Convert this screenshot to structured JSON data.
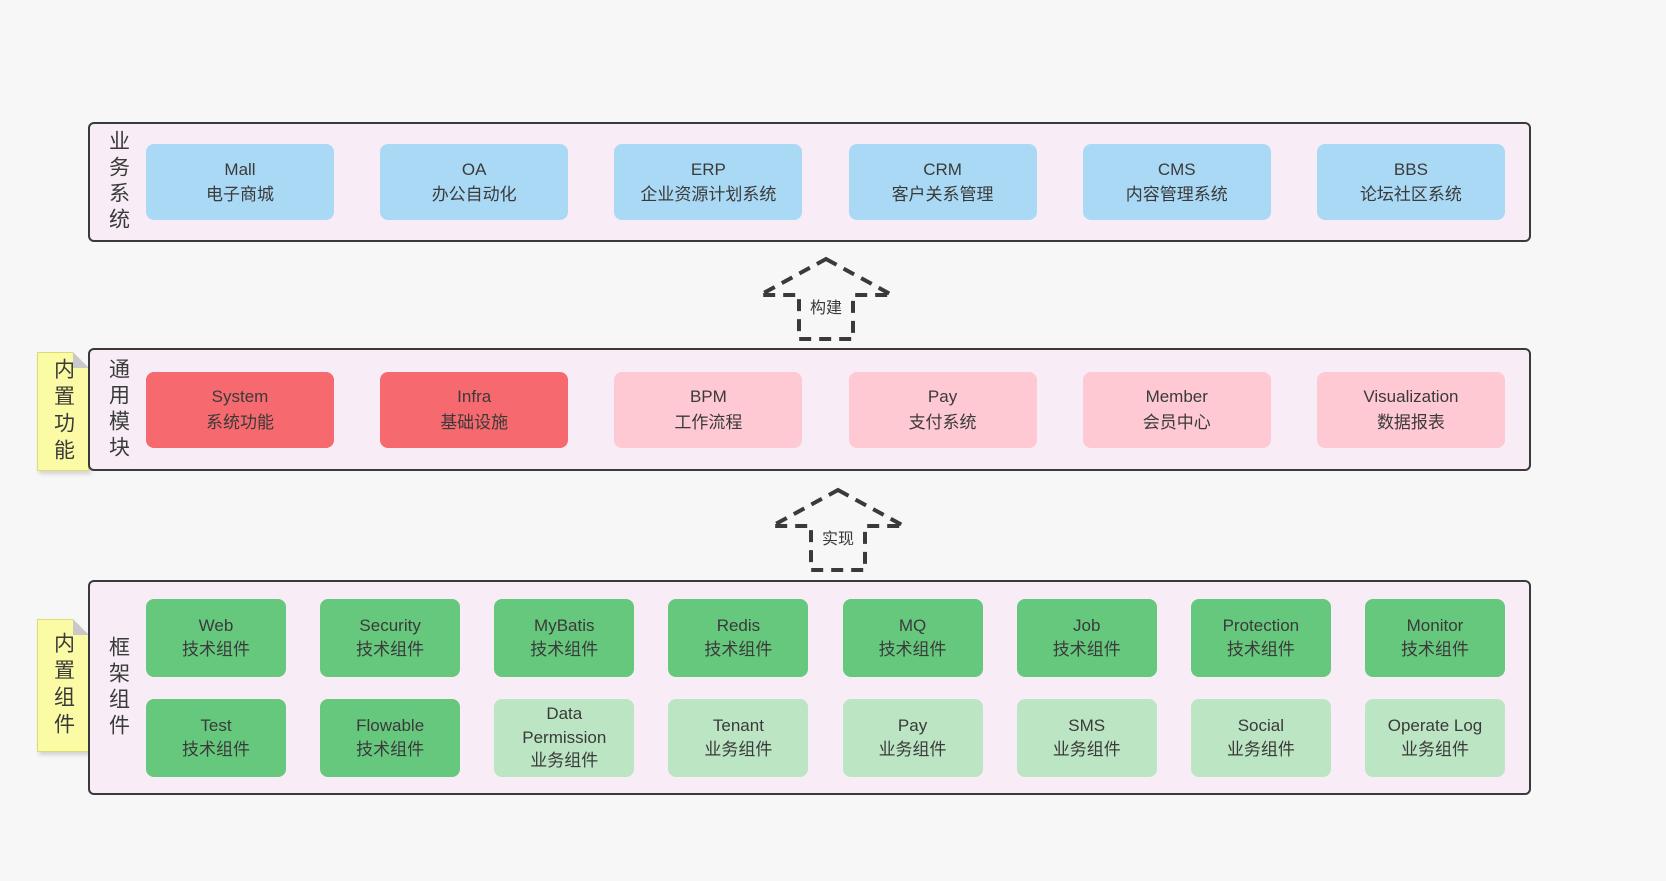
{
  "colors": {
    "bg": "#f7f7f7",
    "panel": "#f8edf6",
    "border": "#3a3a3a",
    "blue": "#aad9f5",
    "red": "#f6696e",
    "pink": "#ffc9d3",
    "green": "#66c87d",
    "lightgreen": "#bce5c4",
    "sticky": "#fbfba6"
  },
  "arrows": [
    {
      "label": "构建"
    },
    {
      "label": "实现"
    }
  ],
  "layers": [
    {
      "id": "business",
      "label": "业务系统",
      "boxes": [
        {
          "name": "Mall",
          "subtitle": "电子商城",
          "variant": "blue"
        },
        {
          "name": "OA",
          "subtitle": "办公自动化",
          "variant": "blue"
        },
        {
          "name": "ERP",
          "subtitle": "企业资源计划系统",
          "variant": "blue"
        },
        {
          "name": "CRM",
          "subtitle": "客户关系管理",
          "variant": "blue"
        },
        {
          "name": "CMS",
          "subtitle": "内容管理系统",
          "variant": "blue"
        },
        {
          "name": "BBS",
          "subtitle": "论坛社区系统",
          "variant": "blue"
        }
      ]
    },
    {
      "id": "modules",
      "label": "通用模块",
      "sticky": "内置功能",
      "boxes": [
        {
          "name": "System",
          "subtitle": "系统功能",
          "variant": "red"
        },
        {
          "name": "Infra",
          "subtitle": "基础设施",
          "variant": "red"
        },
        {
          "name": "BPM",
          "subtitle": "工作流程",
          "variant": "pink"
        },
        {
          "name": "Pay",
          "subtitle": "支付系统",
          "variant": "pink"
        },
        {
          "name": "Member",
          "subtitle": "会员中心",
          "variant": "pink"
        },
        {
          "name": "Visualization",
          "subtitle": "数据报表",
          "variant": "pink"
        }
      ]
    },
    {
      "id": "components",
      "label": "框架组件",
      "sticky": "内置组件",
      "rows": [
        [
          {
            "name": "Web",
            "subtitle": "技术组件",
            "variant": "green"
          },
          {
            "name": "Security",
            "subtitle": "技术组件",
            "variant": "green"
          },
          {
            "name": "MyBatis",
            "subtitle": "技术组件",
            "variant": "green"
          },
          {
            "name": "Redis",
            "subtitle": "技术组件",
            "variant": "green"
          },
          {
            "name": "MQ",
            "subtitle": "技术组件",
            "variant": "green"
          },
          {
            "name": "Job",
            "subtitle": "技术组件",
            "variant": "green"
          },
          {
            "name": "Protection",
            "subtitle": "技术组件",
            "variant": "green"
          },
          {
            "name": "Monitor",
            "subtitle": "技术组件",
            "variant": "green"
          }
        ],
        [
          {
            "name": "Test",
            "subtitle": "技术组件",
            "variant": "green"
          },
          {
            "name": "Flowable",
            "subtitle": "技术组件",
            "variant": "green"
          },
          {
            "name": "Data Permission",
            "subtitle": "业务组件",
            "variant": "lightgreen"
          },
          {
            "name": "Tenant",
            "subtitle": "业务组件",
            "variant": "lightgreen"
          },
          {
            "name": "Pay",
            "subtitle": "业务组件",
            "variant": "lightgreen"
          },
          {
            "name": "SMS",
            "subtitle": "业务组件",
            "variant": "lightgreen"
          },
          {
            "name": "Social",
            "subtitle": "业务组件",
            "variant": "lightgreen"
          },
          {
            "name": "Operate Log",
            "subtitle": "业务组件",
            "variant": "lightgreen"
          }
        ]
      ]
    }
  ]
}
